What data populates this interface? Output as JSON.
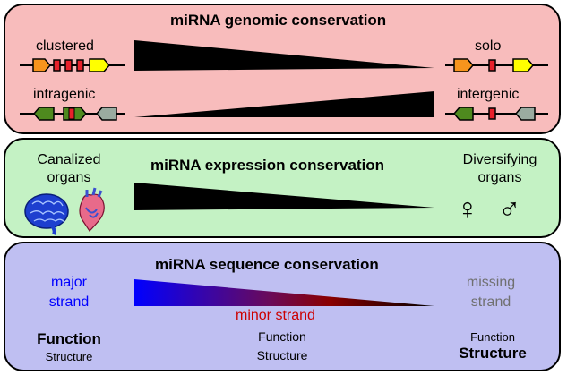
{
  "genomic": {
    "title": "miRNA genomic conservation",
    "left_top": "clustered",
    "left_bottom": "intragenic",
    "right_top": "solo",
    "right_bottom": "intergenic"
  },
  "expression": {
    "title": "miRNA expression conservation",
    "left_line1": "Canalized",
    "left_line2": "organs",
    "right_line1": "Diversifying",
    "right_line2": "organs",
    "female_symbol": "♀",
    "male_symbol": "♂"
  },
  "sequence": {
    "title": "miRNA sequence conservation",
    "major_line1": "major",
    "major_line2": "strand",
    "missing_line1": "missing",
    "missing_line2": "strand",
    "minor": "minor strand",
    "left_big": "Function",
    "left_small": "Structure",
    "mid_1": "Function",
    "mid_2": "Structure",
    "right_small": "Function",
    "right_big": "Structure"
  },
  "colors": {
    "gene_orange": "#f7941d",
    "gene_yellow": "#ffff00",
    "mirna_red": "#e8212b",
    "gene_green": "#4e8a1e",
    "gene_gray": "#9aaba0",
    "major_blue": "#0000ff",
    "minor_red": "#cc0000",
    "missing_gray": "#707070"
  }
}
